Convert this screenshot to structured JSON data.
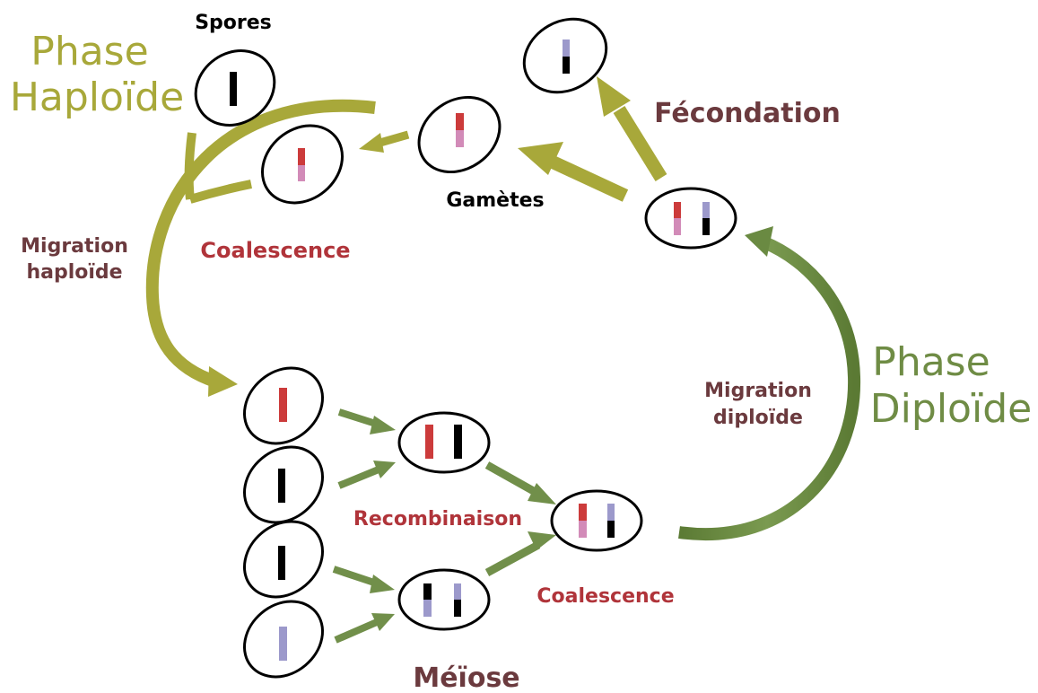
{
  "labels": {
    "phase_haploide_line1": "Phase",
    "phase_haploide_line2": "Haploïde",
    "phase_diploide_line1": "Phase",
    "phase_diploide_line2": "Diploïde",
    "spores": "Spores",
    "gametes": "Gamètes",
    "fecondation": "Fécondation",
    "coalescence_top": "Coalescence",
    "migration_haploide_line1": "Migration",
    "migration_haploide_line2": "haploïde",
    "migration_diploide_line1": "Migration",
    "migration_diploide_line2": "diploïde",
    "recombinaison": "Recombinaison",
    "coalescence_bottom": "Coalescence",
    "meiose": "Méïose"
  },
  "colors": {
    "haploid_phase": "#a8a83a",
    "diploid_phase": "#6f8c45",
    "arrow_green": "#718f4a",
    "chrom_red": "#cc3b3b",
    "chrom_pink": "#d28bb8",
    "chrom_lavender": "#9c99cb",
    "chrom_black": "#000000",
    "label_brown": "#6b3a3e",
    "label_red": "#b0343a"
  }
}
